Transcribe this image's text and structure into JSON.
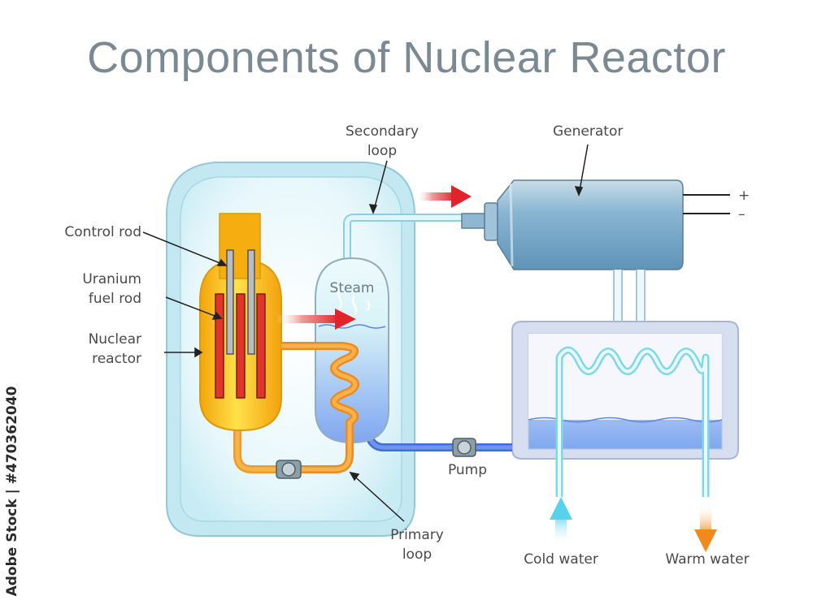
{
  "title": "Components of Nuclear Reactor",
  "watermark": "Adobe Stock | #470362040",
  "labels": {
    "secondary_loop_1": "Secondary",
    "secondary_loop_2": "loop",
    "generator": "Generator",
    "plus": "+",
    "minus": "–",
    "control_rod": "Control rod",
    "uranium_1": "Uranium",
    "uranium_2": "fuel rod",
    "nuclear_1": "Nuclear",
    "nuclear_2": "reactor",
    "steam": "Steam",
    "pump": "Pump",
    "primary_1": "Primary",
    "primary_2": "loop",
    "cold_water": "Cold water",
    "warm_water": "Warm  water"
  },
  "colors": {
    "title": "#7b8a92",
    "containment": "#bfe6ef",
    "reactor_core": "#f6b40e",
    "fuel_rod": "#e0352b",
    "primary_loop": "#f39a26",
    "secondary_loop": "#9fe0ef",
    "cold_arrow": "#59d3ec",
    "warm_arrow": "#f08a1c",
    "heat_arrow": "#e7262b"
  }
}
